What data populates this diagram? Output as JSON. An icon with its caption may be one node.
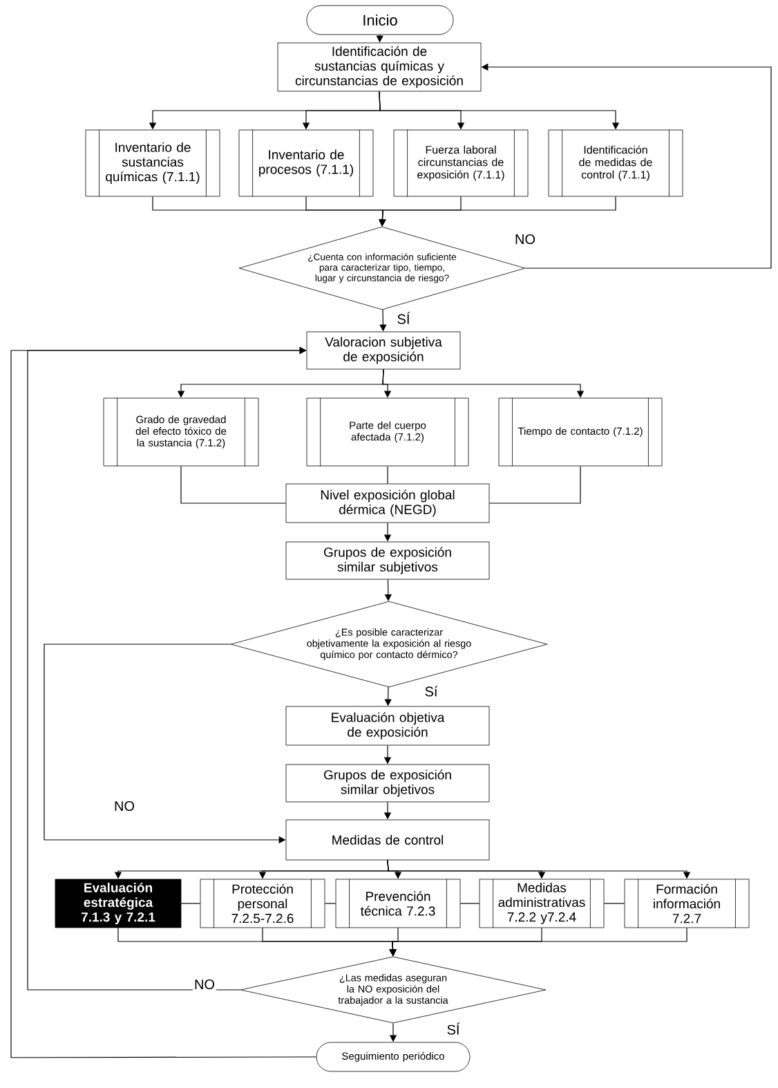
{
  "diagram": {
    "nodes": [
      {
        "text": [
          "Inicio"
        ]
      },
      {
        "text": [
          "Identificación de sustancias químicas y circunstancias de exposición"
        ]
      },
      {
        "text": [
          "Inventario de sustancias químicas (7.1.1)"
        ]
      },
      {
        "text": [
          "Inventario de procesos (7.1.1)"
        ]
      },
      {
        "text": [
          "Fuerza laboral circunstancias de exposición (7.1.1)"
        ]
      },
      {
        "text": [
          "Identificación de medidas de control (7.1.1)"
        ]
      },
      {
        "text": [
          "¿Cuenta con información suficiente para caracterizar tipo, tiempo, lugar y circunstancia de riesgo?"
        ]
      },
      {
        "text": [
          "Valoracion subjetiva de exposición"
        ]
      },
      {
        "text": [
          "Grado de gravedad del efecto tóxico de la sustancia (7.1.2)"
        ]
      },
      {
        "text": [
          "Parte del cuerpo afectada (7.1.2)"
        ]
      },
      {
        "text": [
          "Tiempo de contacto (7.1.2)"
        ]
      },
      {
        "text": [
          "Nivel exposición global dérmica (NEGD)"
        ]
      },
      {
        "text": [
          "Grupos de exposición similar subjetivos"
        ]
      },
      {
        "text": [
          "¿Es posible caracterizar objetivamente la exposición al riesgo químico por contacto dérmico?"
        ]
      },
      {
        "text": [
          "Evaluación objetiva de exposición"
        ]
      },
      {
        "text": [
          "Grupos de exposición similar objetivos"
        ]
      },
      {
        "text": [
          "Medidas de control"
        ]
      },
      {
        "text": [
          "Evaluación estratégica 7.1.3 y 7.2.1"
        ]
      },
      {
        "text": [
          "Protección personal 7.2.5-7.2.6"
        ]
      },
      {
        "text": [
          "Prevención técnica 7.2.3"
        ]
      },
      {
        "text": [
          "Medidas administrativas 7.2.2 y7.2.4"
        ]
      },
      {
        "text": [
          "Formación información 7.2.7"
        ]
      },
      {
        "text": [
          "¿Las medidas aseguran la NO exposición del trabajador a la sustancia"
        ]
      },
      {
        "text": [
          "Seguimiento periódico"
        ]
      }
    ],
    "edges": [
      {
        "from": 0,
        "to": 1,
        "arrow": "to"
      },
      {
        "from": 1,
        "to": 2,
        "arrow": "to"
      },
      {
        "from": 1,
        "to": 3,
        "arrow": "to"
      },
      {
        "from": 1,
        "to": 4,
        "arrow": "to"
      },
      {
        "from": 1,
        "to": 5,
        "arrow": "to"
      },
      {
        "from": 2,
        "to": 6,
        "arrow": "to"
      },
      {
        "from": 3,
        "to": 6,
        "arrow": "to"
      },
      {
        "from": 4,
        "to": 6,
        "arrow": "to"
      },
      {
        "from": 5,
        "to": 6,
        "arrow": "to"
      },
      {
        "from": 6,
        "to": 1,
        "arrow": "to",
        "label": "NO"
      },
      {
        "from": 6,
        "to": 7,
        "arrow": "to",
        "label": "SÍ"
      },
      {
        "from": 7,
        "to": 8,
        "arrow": "to"
      },
      {
        "from": 7,
        "to": 9,
        "arrow": "to"
      },
      {
        "from": 7,
        "to": 10,
        "arrow": "to"
      },
      {
        "from": 8,
        "to": 11,
        "arrow": "none"
      },
      {
        "from": 9,
        "to": 11,
        "arrow": "none"
      },
      {
        "from": 10,
        "to": 11,
        "arrow": "none"
      },
      {
        "from": 11,
        "to": 12,
        "arrow": "to"
      },
      {
        "from": 12,
        "to": 13,
        "arrow": "to"
      },
      {
        "from": 13,
        "to": 14,
        "arrow": "to",
        "label": "Sí"
      },
      {
        "from": 13,
        "to": 16,
        "arrow": "to",
        "label": "NO"
      },
      {
        "from": 14,
        "to": 15,
        "arrow": "to"
      },
      {
        "from": 15,
        "to": 16,
        "arrow": "to"
      },
      {
        "from": 16,
        "to": 17,
        "arrow": "to"
      },
      {
        "from": 16,
        "to": 18,
        "arrow": "to"
      },
      {
        "from": 16,
        "to": 19,
        "arrow": "to"
      },
      {
        "from": 16,
        "to": 20,
        "arrow": "to"
      },
      {
        "from": 16,
        "to": 21,
        "arrow": "to"
      },
      {
        "from": 17,
        "to": 18,
        "arrow": "none"
      },
      {
        "from": 18,
        "to": 19,
        "arrow": "none"
      },
      {
        "from": 19,
        "to": 20,
        "arrow": "none"
      },
      {
        "from": 20,
        "to": 21,
        "arrow": "none"
      },
      {
        "from": 17,
        "to": 22,
        "arrow": "to"
      },
      {
        "from": 18,
        "to": 22,
        "arrow": "to"
      },
      {
        "from": 19,
        "to": 22,
        "arrow": "to"
      },
      {
        "from": 20,
        "to": 22,
        "arrow": "to"
      },
      {
        "from": 21,
        "to": 22,
        "arrow": "to"
      },
      {
        "from": 22,
        "to": 23,
        "arrow": "to",
        "label": "SÍ"
      },
      {
        "from": 22,
        "to": 7,
        "arrow": "to",
        "label": "NO"
      },
      {
        "from": 23,
        "to": 7,
        "arrow": "to"
      }
    ]
  }
}
